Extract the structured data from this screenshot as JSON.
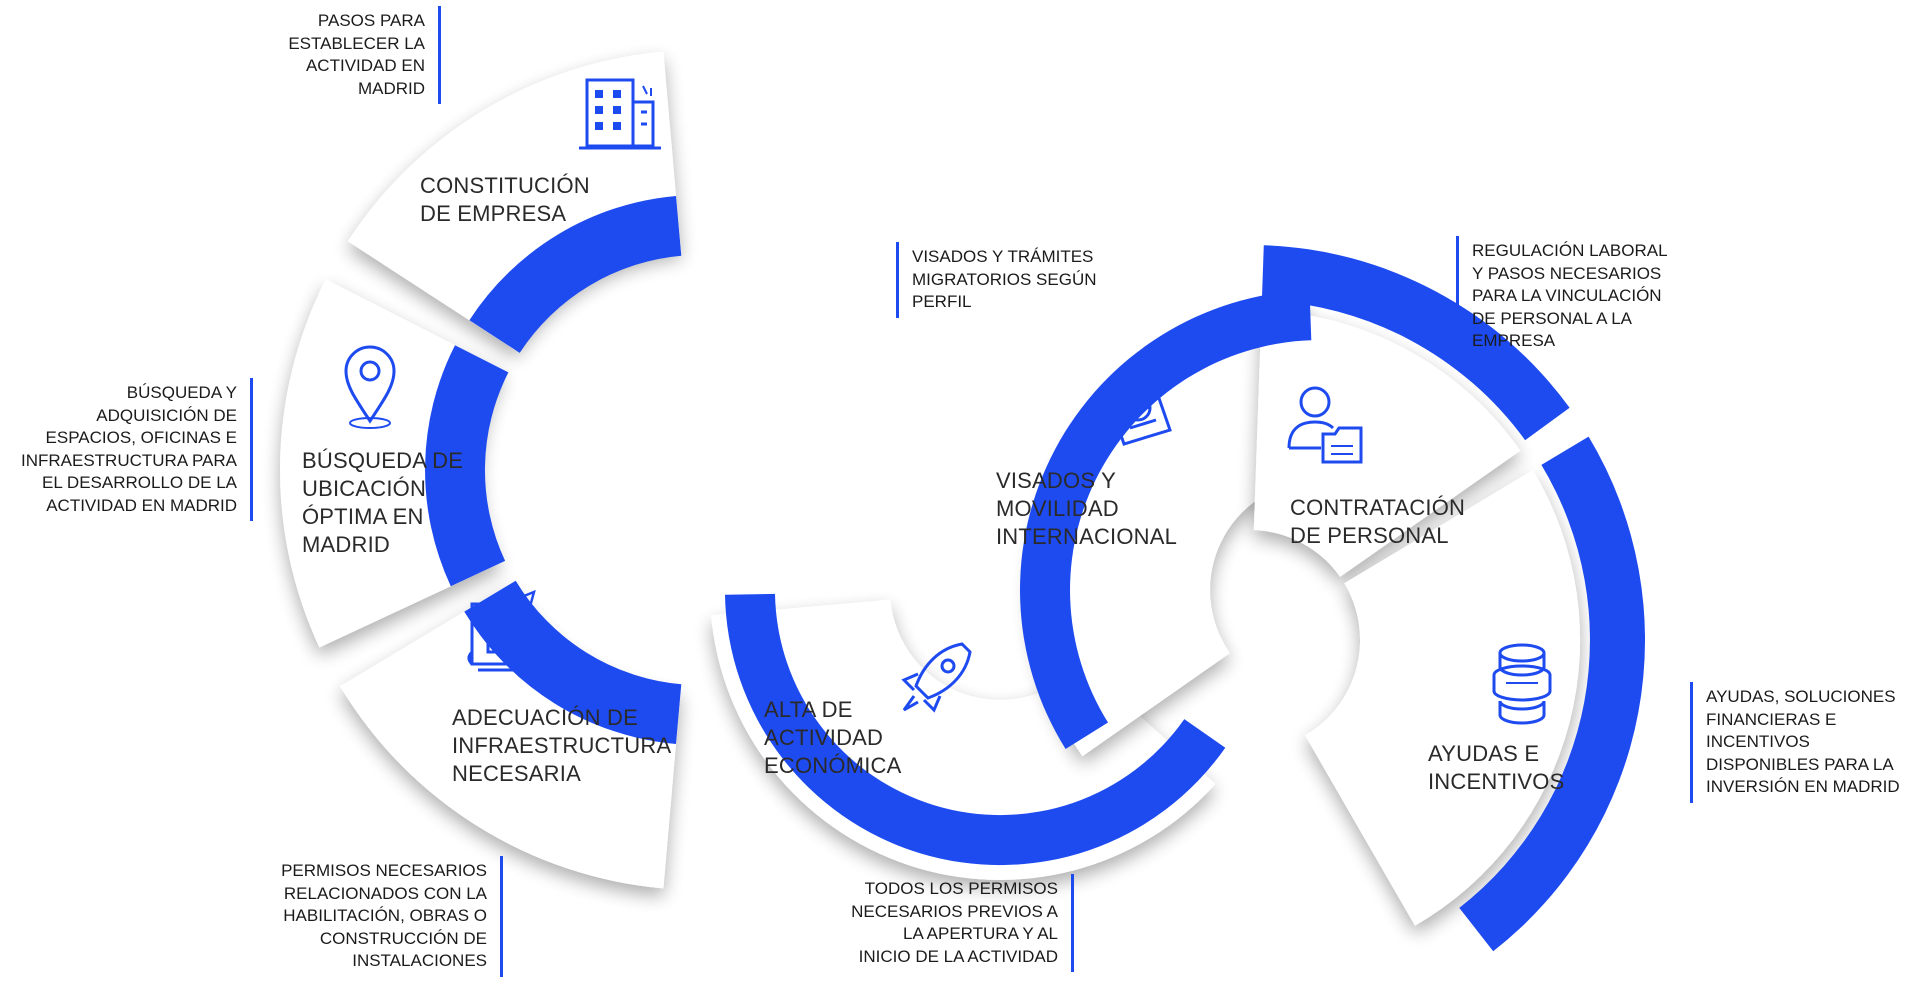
{
  "colors": {
    "accent": "#1e4bf0",
    "segment": "#ffffff",
    "icon": "#1e4bf0",
    "text": "#2a2a2a"
  },
  "segments": [
    {
      "id": "constitucion",
      "title": [
        "CONSTITUCIÓN",
        "DE EMPRESA"
      ],
      "icon": "office-building-icon",
      "note": [
        "PASOS PARA",
        "ESTABLECER LA",
        "ACTIVIDAD EN",
        "MADRID"
      ]
    },
    {
      "id": "ubicacion",
      "title": [
        "BÚSQUEDA DE",
        "UBICACIÓN",
        "ÓPTIMA EN",
        "MADRID"
      ],
      "icon": "location-pin-icon",
      "note": [
        "BÚSQUEDA Y",
        "ADQUISICIÓN DE",
        "ESPACIOS, OFICINAS E",
        "INFRAESTRUCTURA PARA",
        "EL DESARROLLO DE LA",
        "ACTIVIDAD EN MADRID"
      ]
    },
    {
      "id": "adecuacion",
      "title": [
        "ADECUACIÓN DE",
        "INFRAESTRUCTURA",
        "NECESARIA"
      ],
      "icon": "house-blueprint-icon",
      "note": [
        "PERMISOS NECESARIOS",
        "RELACIONADOS CON LA",
        "HABILITACIÓN, OBRAS  O",
        "CONSTRUCCIÓN DE",
        "INSTALACIONES"
      ]
    },
    {
      "id": "alta",
      "title": [
        "ALTA DE",
        "ACTIVIDAD",
        "ECONÓMICA"
      ],
      "icon": "rocket-icon",
      "note": [
        "TODOS LOS PERMISOS",
        "NECESARIOS PREVIOS A",
        "LA APERTURA Y AL",
        "INICIO DE LA ACTIVIDAD"
      ]
    },
    {
      "id": "visados",
      "title": [
        "VISADOS Y",
        "MOVILIDAD",
        "INTERNACIONAL"
      ],
      "icon": "passport-icon",
      "note": [
        "VISADOS Y TRÁMITES",
        "MIGRATORIOS SEGÚN",
        "PERFIL"
      ]
    },
    {
      "id": "contratacion",
      "title": [
        "CONTRATACIÓN",
        "DE PERSONAL"
      ],
      "icon": "employee-folder-icon",
      "note": [
        "REGULACIÓN LABORAL",
        "Y PASOS NECESARIOS",
        "PARA LA VINCULACIÓN",
        "DE PERSONAL A LA",
        "EMPRESA"
      ]
    },
    {
      "id": "ayudas",
      "title": [
        "AYUDAS E",
        "INCENTIVOS"
      ],
      "icon": "coin-stack-icon",
      "note": [
        "AYUDAS, SOLUCIONES",
        "FINANCIERAS E",
        "INCENTIVOS",
        "DISPONIBLES PARA LA",
        "INVERSIÓN EN MADRID"
      ]
    }
  ]
}
